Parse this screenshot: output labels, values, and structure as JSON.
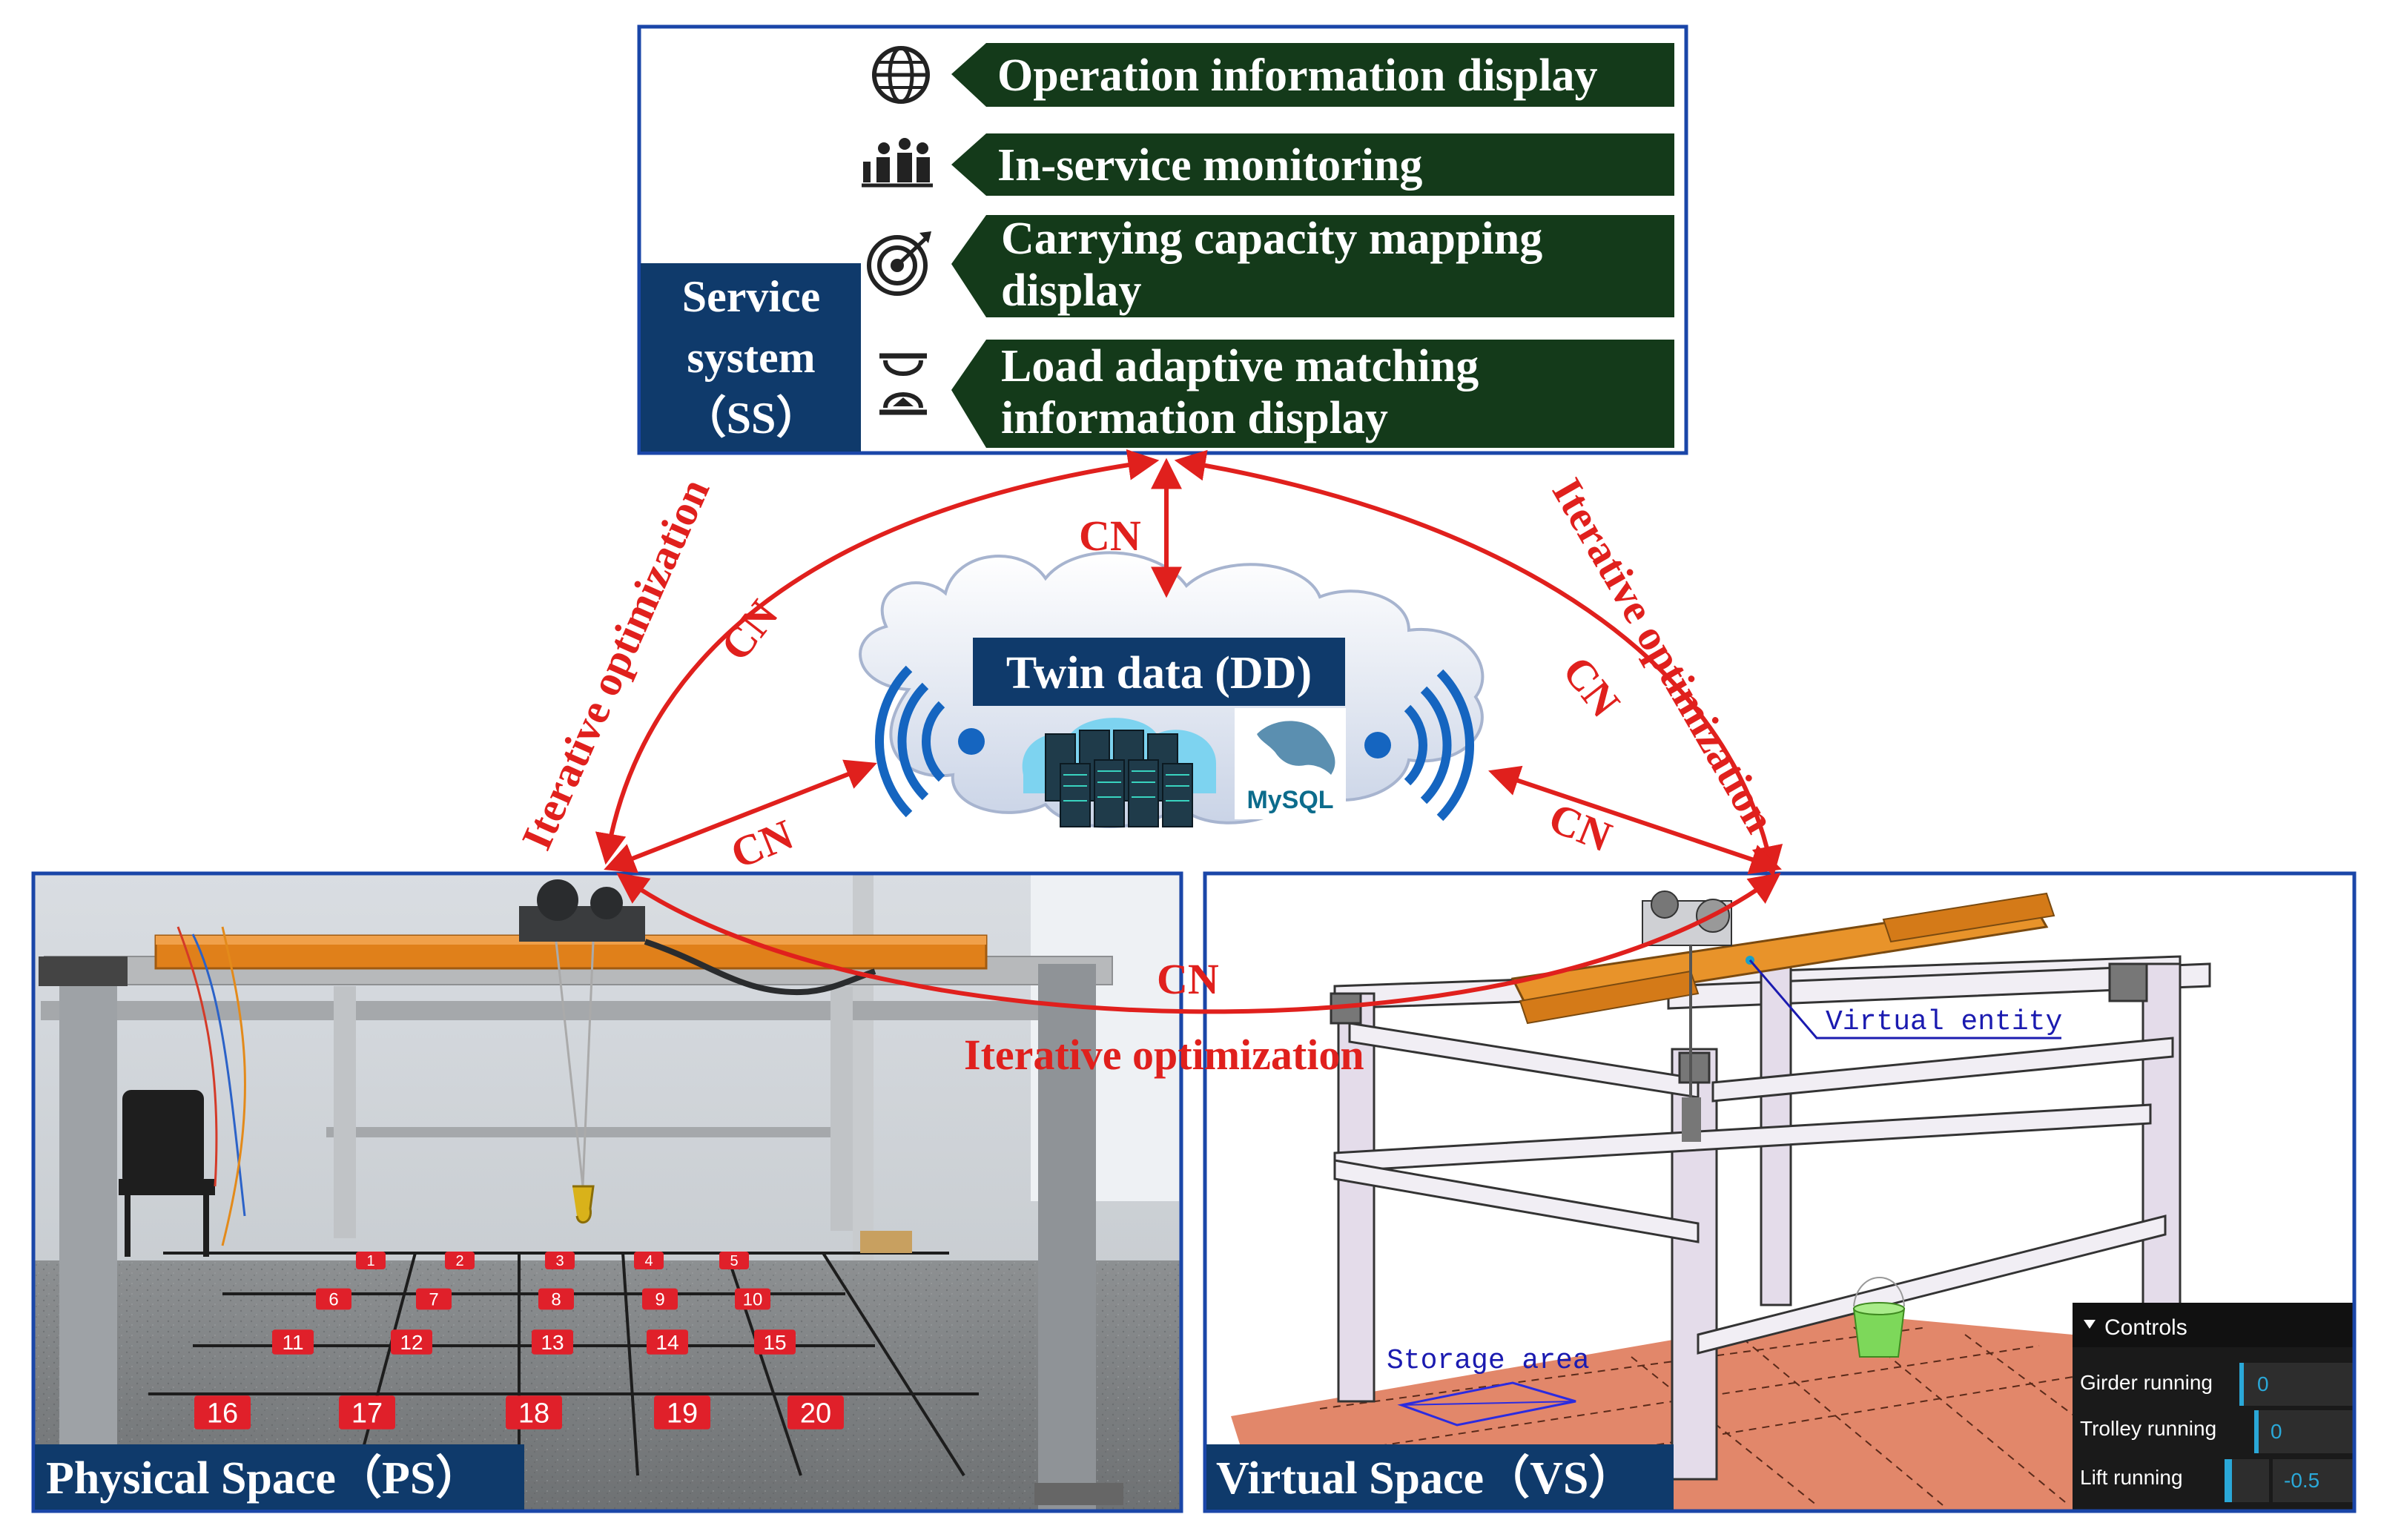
{
  "service_system": {
    "title_lines": [
      "Service",
      "system",
      "（SS）"
    ],
    "items": [
      {
        "icon": "globe-icon",
        "lines": [
          "Operation information display"
        ]
      },
      {
        "icon": "people-chart-icon",
        "lines": [
          "In-service monitoring"
        ]
      },
      {
        "icon": "target-icon",
        "lines": [
          "Carrying capacity mapping",
          "display"
        ]
      },
      {
        "icon": "hourglass-icon",
        "lines": [
          "Load adaptive matching",
          "information display"
        ]
      }
    ]
  },
  "twin_data": {
    "title": "Twin data (DD)",
    "db_logo": "MySQL"
  },
  "links": {
    "cn": "CN",
    "iterative": "Iterative optimization"
  },
  "physical_space": {
    "title": "Physical Space（PS）",
    "floor_numbers": [
      "1",
      "2",
      "3",
      "4",
      "5",
      "6",
      "7",
      "8",
      "9",
      "10",
      "11",
      "12",
      "13",
      "14",
      "15",
      "16",
      "17",
      "18",
      "19",
      "20"
    ]
  },
  "virtual_space": {
    "title": "Virtual Space（VS）",
    "virtual_entity_label": "Virtual entity",
    "storage_area_label": "Storage area",
    "controls": {
      "header": "Controls",
      "rows": [
        {
          "label": "Girder running",
          "value": "0"
        },
        {
          "label": "Trolley running",
          "value": "0"
        },
        {
          "label": "Lift running",
          "value": "-0.5"
        }
      ]
    }
  },
  "colors": {
    "navy": "#0f3a6b",
    "frame_blue": "#1a46a8",
    "dark_green": "#143a1a",
    "arrow_red": "#e0201d",
    "crane_orange": "#e0801a",
    "floor_coral": "#e2876a"
  }
}
